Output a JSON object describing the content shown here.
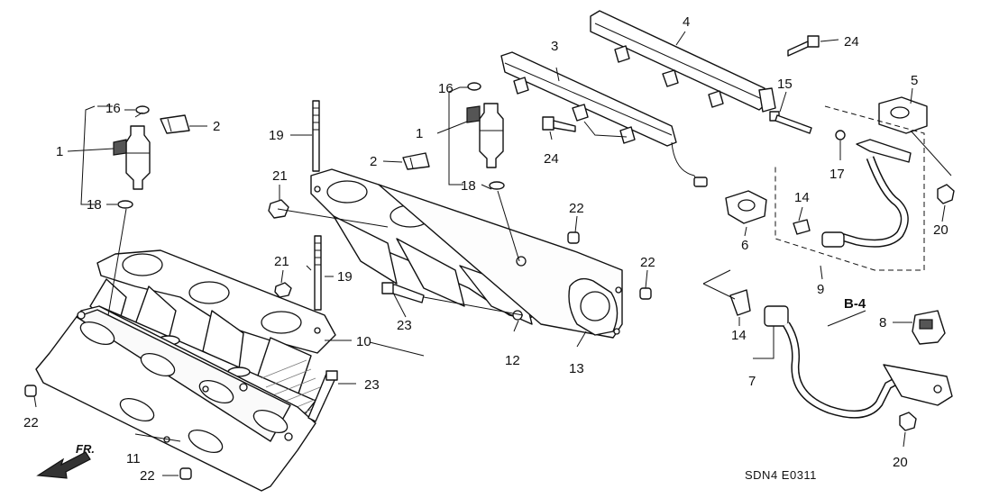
{
  "callouts": {
    "c1a": "1",
    "c1b": "1",
    "c2a": "2",
    "c2b": "2",
    "c3": "3",
    "c4": "4",
    "c5": "5",
    "c6": "6",
    "c7": "7",
    "c8": "8",
    "c9": "9",
    "c10": "10",
    "c11": "11",
    "c12": "12",
    "c13": "13",
    "c14a": "14",
    "c14b": "14",
    "c15": "15",
    "c16a": "16",
    "c16b": "16",
    "c17": "17",
    "c18a": "18",
    "c18b": "18",
    "c19a": "19",
    "c19b": "19",
    "c20a": "20",
    "c20b": "20",
    "c21a": "21",
    "c21b": "21",
    "c22a": "22",
    "c22b": "22",
    "c22c": "22",
    "c22d": "22",
    "c23a": "23",
    "c23b": "23",
    "c24a": "24",
    "c24b": "24"
  },
  "reference_badge": "B-4",
  "front_indicator": "FR.",
  "diagram_code": "SDN4  E0311"
}
